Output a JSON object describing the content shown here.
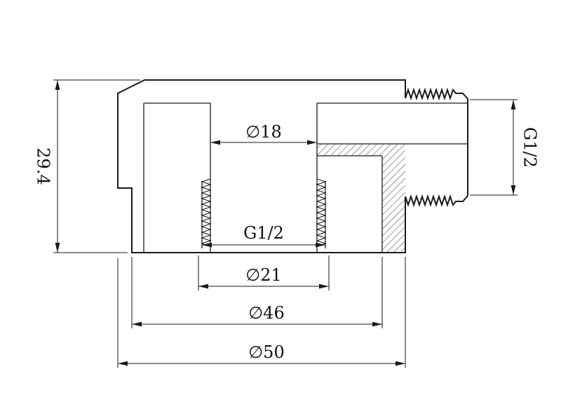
{
  "drawing": {
    "background_color": "#ffffff",
    "line_color": "#1a1a1a",
    "dimensions": {
      "overall_height": "29.4",
      "bore_diameter": "∅18",
      "male_thread_size": "G1/2",
      "female_thread_size": "G1/2",
      "thread_outer_diameter": "∅21",
      "inner_body_diameter": "∅46",
      "outer_body_diameter": "∅50"
    }
  }
}
